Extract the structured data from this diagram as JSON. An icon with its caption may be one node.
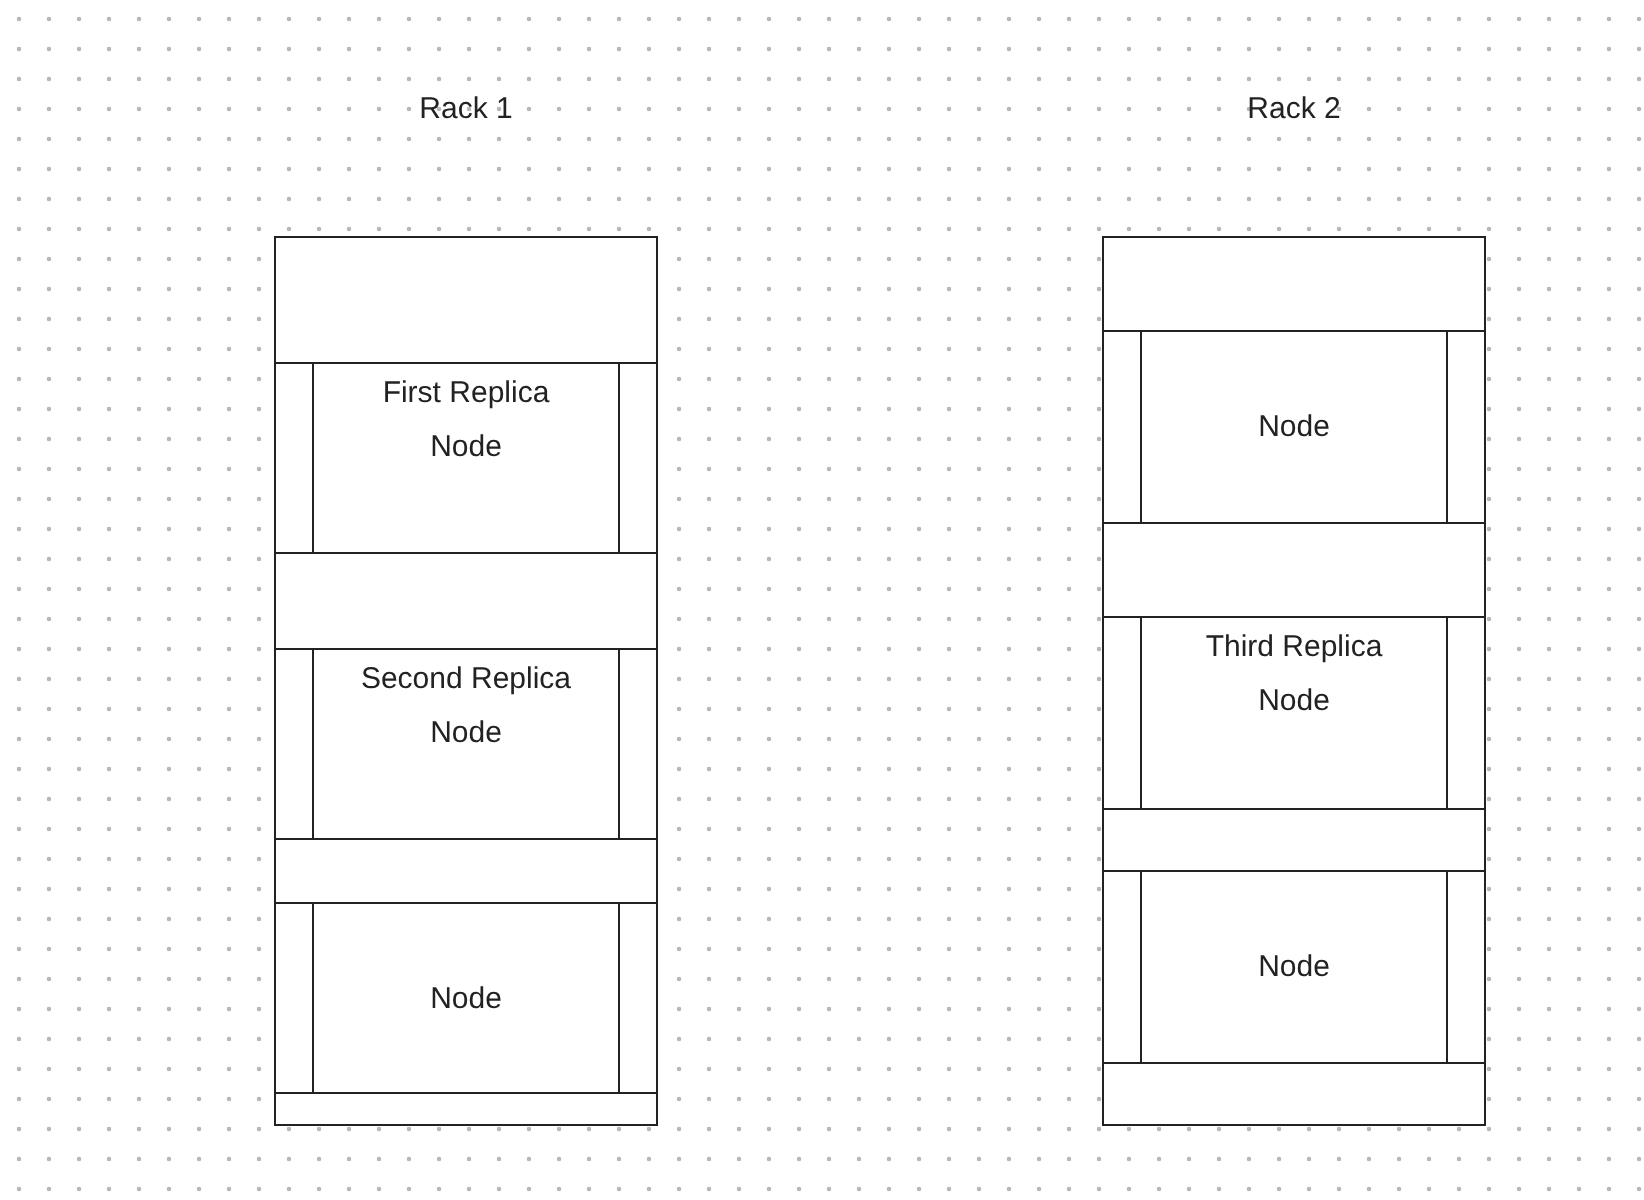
{
  "diagram": {
    "nodes": [
      {
        "text": [
          "Rack 1"
        ]
      },
      {
        "text": [
          "First Replica",
          "Node"
        ],
        "in": 0
      },
      {
        "text": [
          "Second Replica",
          "Node"
        ],
        "in": 0
      },
      {
        "text": [
          "Node"
        ],
        "in": 0
      },
      {
        "text": [
          "Rack 2"
        ]
      },
      {
        "text": [
          "Node"
        ],
        "in": 4
      },
      {
        "text": [
          "Third Replica",
          "Node"
        ],
        "in": 4
      },
      {
        "text": [
          "Node"
        ],
        "in": 4
      }
    ]
  }
}
